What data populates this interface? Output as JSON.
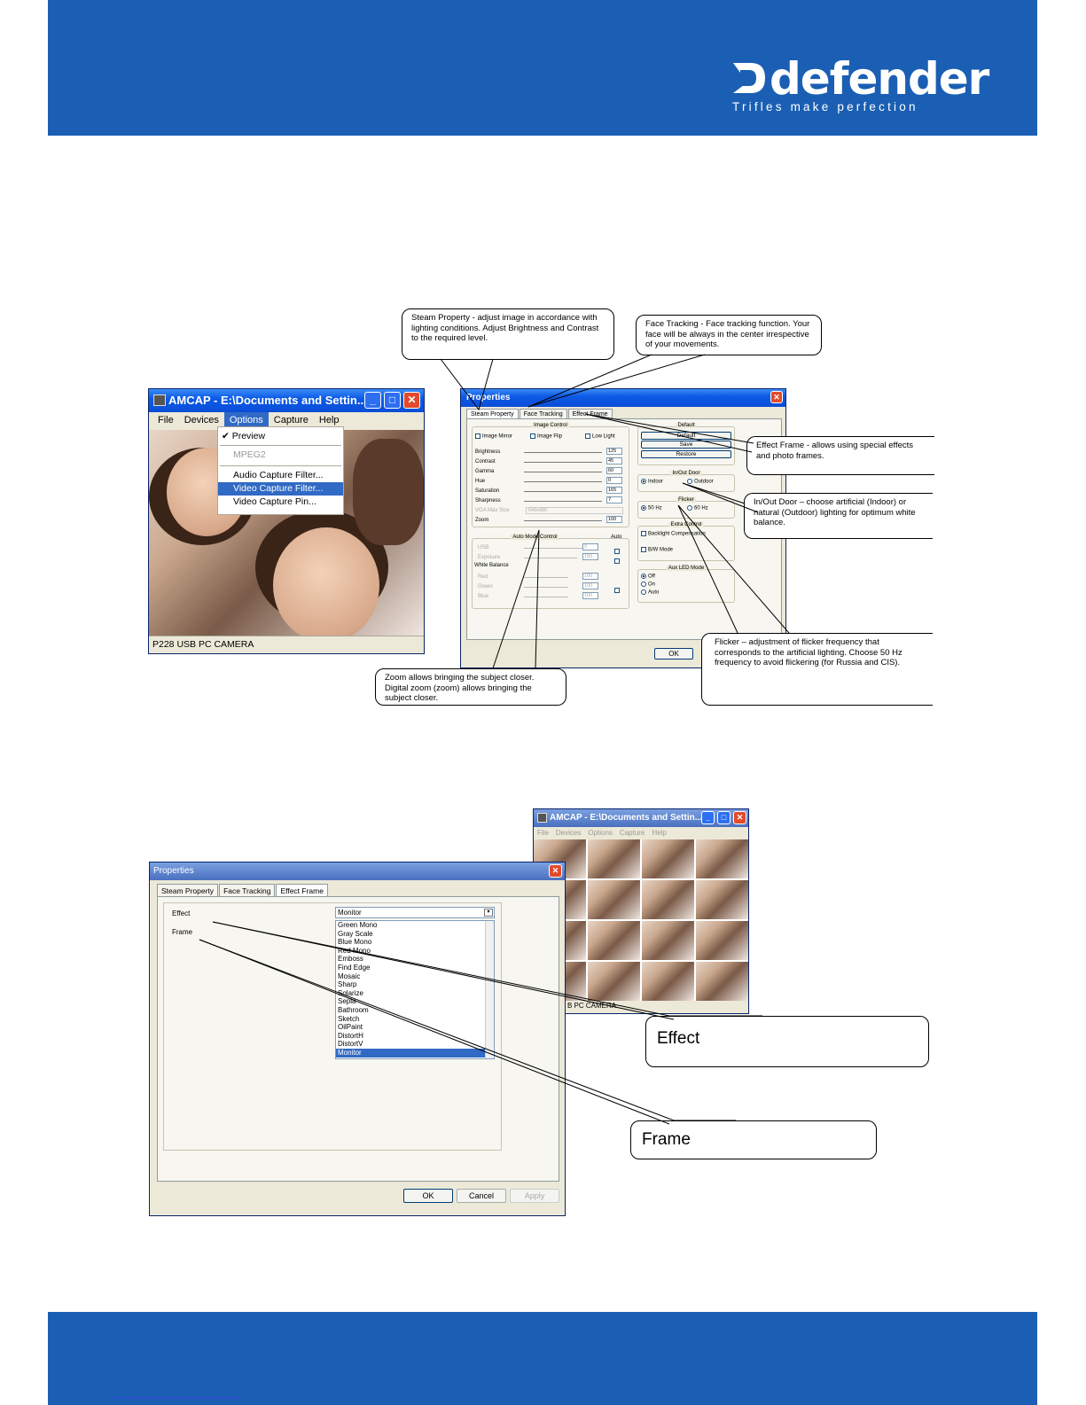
{
  "brand": {
    "name": "defender",
    "tagline": "Trifles make perfection"
  },
  "amcap1": {
    "title": "AMCAP - E:\\Documents and Settin...",
    "menu": [
      "File",
      "Devices",
      "Options",
      "Capture",
      "Help"
    ],
    "dropdown": [
      "Preview",
      "MPEG2",
      "Audio Capture Filter...",
      "Video Capture Filter...",
      "Video Capture Pin..."
    ],
    "status": "P228 USB PC CAMERA"
  },
  "props1": {
    "title": "Properties",
    "tabs": [
      "Steam Property",
      "Face Tracking",
      "Effect Frame"
    ],
    "image_control": {
      "label": "Image Control",
      "checks": [
        "Image Mirror",
        "Image Flip",
        "Low Light"
      ],
      "rows": [
        {
          "label": "Brightness",
          "value": "125"
        },
        {
          "label": "Contrast",
          "value": "45"
        },
        {
          "label": "Gamma",
          "value": "60"
        },
        {
          "label": "Hue",
          "value": "0"
        },
        {
          "label": "Saturation",
          "value": "165"
        },
        {
          "label": "Sharpness",
          "value": "7"
        }
      ],
      "vga_label": "VGA Max Size",
      "vga_value": "640x480",
      "zoom_label": "Zoom",
      "zoom_value": "100"
    },
    "auto_mode": {
      "label": "Auto Mode Control",
      "auto": "Auto",
      "usb": "USB",
      "usb_value": "0",
      "exposure": "Exposure",
      "exposure_value": "150",
      "wb": "White Balance",
      "red": "Red",
      "red_value": "100",
      "green": "Green",
      "green_value": "100",
      "blue": "Blue",
      "blue_value": "100"
    },
    "default": {
      "label": "Default",
      "buttons": [
        "Default",
        "Save",
        "Restore"
      ]
    },
    "inout": {
      "label": "In/Out Door",
      "options": [
        "Indoor",
        "Outdoor"
      ]
    },
    "flicker": {
      "label": "Flicker",
      "options": [
        "50 Hz",
        "60 Hz"
      ]
    },
    "extra": {
      "label": "Extra Control",
      "options": [
        "Backlight Compensation",
        "B/W Mode"
      ]
    },
    "aux": {
      "label": "Aux LED Mode",
      "options": [
        "Off",
        "On",
        "Auto"
      ]
    },
    "ok": "OK"
  },
  "callouts": {
    "steam": "Steam Property - adjust image in accordance with lighting conditions. Adjust Brightness and Contrast to the required level.",
    "face": "Face Tracking - Face tracking function. Your face will be always in the center irrespective of your movements.",
    "effect_frame": "Effect Frame - allows using special effects and photo frames.",
    "inout": "In/Out Door – choose artificial (Indoor) or natural (Outdoor) lighting for optimum white balance.",
    "flicker": "Flicker – adjustment of flicker frequency that corresponds to the artificial lighting. Choose 50 Hz frequency to avoid flickering (for Russia and CIS).",
    "zoom": "Zoom allows bringing the subject closer. Digital zoom (zoom) allows bringing the subject closer.",
    "effect": "Effect",
    "frame": "Frame"
  },
  "amcap2": {
    "title": "AMCAP - E:\\Documents and Settin...",
    "menu": [
      "File",
      "Devices",
      "Options",
      "Capture",
      "Help"
    ],
    "status": "B PC CAMERA"
  },
  "props2": {
    "title": "Properties",
    "tabs": [
      "Steam Property",
      "Face Tracking",
      "Effect Frame"
    ],
    "effect_label": "Effect",
    "frame_label": "Frame",
    "effect_value": "Monitor",
    "list": [
      "Green Mono",
      "Gray Scale",
      "Blue Mono",
      "Red Mono",
      "Emboss",
      "Find Edge",
      "Mosaic",
      "Sharp",
      "Solarize",
      "Sepia",
      "Bathroom",
      "Sketch",
      "OilPaint",
      "DistortH",
      "DistortV",
      "Monitor"
    ],
    "buttons": [
      "OK",
      "Cancel",
      "Apply"
    ]
  }
}
